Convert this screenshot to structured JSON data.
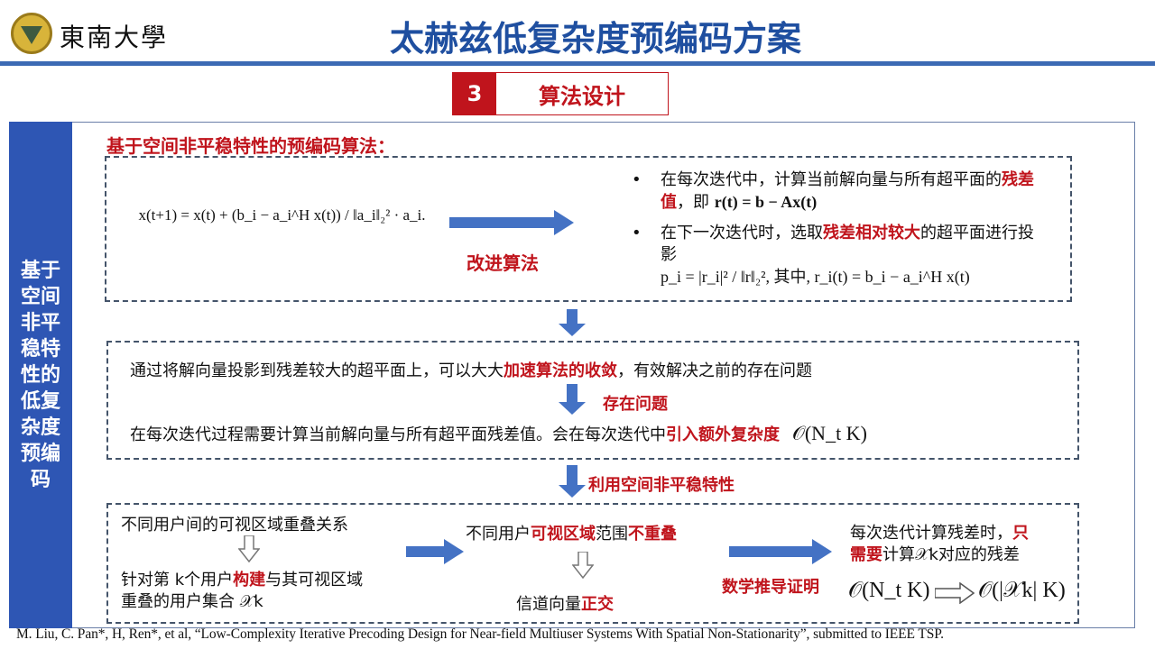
{
  "header": {
    "logo_text": "東南大學",
    "title": "太赫兹低复杂度预编码方案"
  },
  "section": {
    "number": "3",
    "label": "算法设计"
  },
  "sidebar": {
    "text": "基于空间非平稳特性的低复杂度预编码"
  },
  "heading": "基于空间非平稳特性的预编码算法：",
  "box1": {
    "formula": "x(t+1) = x(t) + (b_i − a_i^H x(t)) / ‖a_i‖₂² · a_i.",
    "arrow_label": "改进算法",
    "bullet1_pre": "在每次迭代中，计算当前解向量与所有超平面的",
    "bullet1_red": "残差值",
    "bullet1_post": "，即 ",
    "bullet1_math": "r(t) = b − Ax(t)",
    "bullet2_pre": "在下一次迭代时，选取",
    "bullet2_red": "残差相对较大",
    "bullet2_post": "的超平面进行投影",
    "bullet2_math": "p_i = |r_i|² / ‖r‖₂²,  其中,  r_i(t) = b_i − a_i^H x(t)"
  },
  "box2": {
    "line1_pre": "通过将解向量投影到残差较大的超平面上，可以大大",
    "line1_red": "加速算法的收敛",
    "line1_post": "，有效解决之前的存在问题",
    "arrow_label": "存在问题",
    "line2_pre": "在每次迭代过程需要计算当前解向量与所有超平面残差值。会在每次迭代中",
    "line2_red": "引入额外复杂度",
    "line2_math": "𝒪(N_t K)"
  },
  "arrow3_label": "利用空间非平稳特性",
  "box3": {
    "c1_top": "不同用户间的可视区域重叠关系",
    "c1_bottom_pre": "针对第 k个用户",
    "c1_bottom_red": "构建",
    "c1_bottom_post": "与其可视区域",
    "c1_bottom_line2": "重叠的用户集合 𝒳k",
    "c2_pre": "不同用户",
    "c2_red1": "可视区域",
    "c2_mid": "范围",
    "c2_red2": "不重叠",
    "c2_bottom_pre": "信道向量",
    "c2_bottom_red": "正交",
    "arrow_label": "数学推导证明",
    "c3_pre": "每次迭代计算残差时，",
    "c3_red1": "只",
    "c3_red2": "需要",
    "c3_post": "计算𝒳k对应的残差",
    "c3_math_left": "𝒪(N_t K)",
    "c3_math_right": "𝒪(|𝒳k| K)"
  },
  "footer": "M. Liu, C. Pan*, H, Ren*, et al, “Low-Complexity Iterative Precoding Design for Near-field Multiuser Systems With Spatial Non-Stationarity”, submitted to IEEE TSP.",
  "colors": {
    "title_blue": "#1f4fa0",
    "accent_red": "#c0141c",
    "arrow_blue": "#4472c4",
    "sidebar_blue": "#2e56b4"
  }
}
